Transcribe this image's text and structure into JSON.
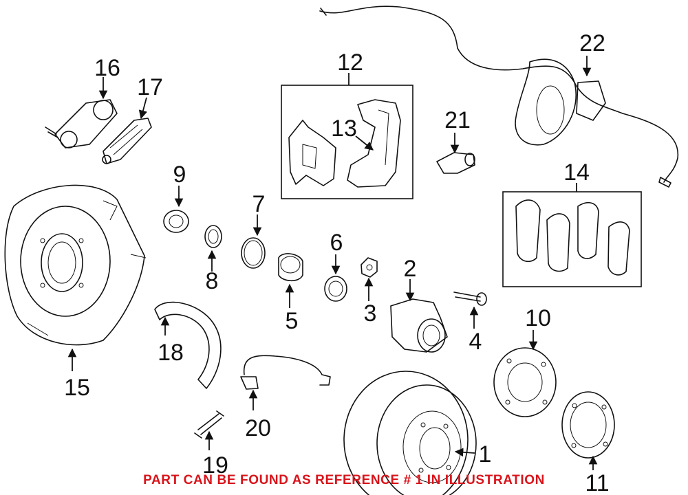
{
  "callouts": [
    {
      "id": "1",
      "text": "1"
    },
    {
      "id": "2",
      "text": "2"
    },
    {
      "id": "3",
      "text": "3"
    },
    {
      "id": "4",
      "text": "4"
    },
    {
      "id": "5",
      "text": "5"
    },
    {
      "id": "6",
      "text": "6"
    },
    {
      "id": "7",
      "text": "7"
    },
    {
      "id": "8",
      "text": "8"
    },
    {
      "id": "9",
      "text": "9"
    },
    {
      "id": "10",
      "text": "10"
    },
    {
      "id": "11",
      "text": "11"
    },
    {
      "id": "12",
      "text": "12"
    },
    {
      "id": "13",
      "text": "13"
    },
    {
      "id": "14",
      "text": "14"
    },
    {
      "id": "15",
      "text": "15"
    },
    {
      "id": "16",
      "text": "16"
    },
    {
      "id": "17",
      "text": "17"
    },
    {
      "id": "18",
      "text": "18"
    },
    {
      "id": "19",
      "text": "19"
    },
    {
      "id": "20",
      "text": "20"
    },
    {
      "id": "21",
      "text": "21"
    },
    {
      "id": "22",
      "text": "22"
    }
  ],
  "caption": "PART CAN BE FOUND AS REFERENCE # 1 IN ILLUSTRATION",
  "colors": {
    "caption": "#d9141b",
    "line": "#111111",
    "background": "#ffffff"
  }
}
